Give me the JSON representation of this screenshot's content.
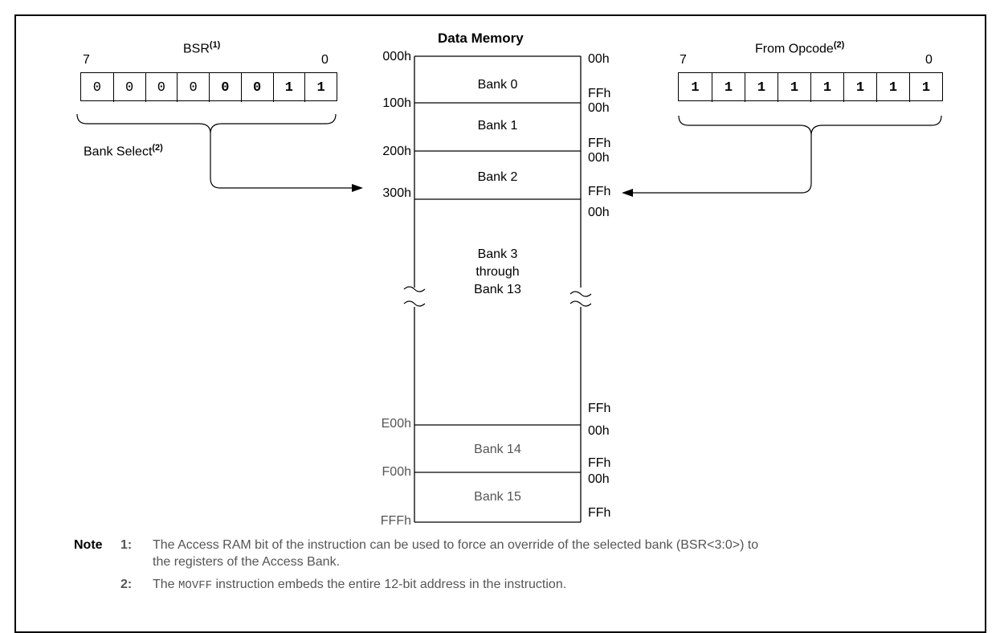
{
  "diagram": {
    "title": "Data Memory",
    "bsr": {
      "label": "BSR",
      "label_sup": "(1)",
      "msb": "7",
      "lsb": "0",
      "bits": [
        "0",
        "0",
        "0",
        "0",
        "0",
        "0",
        "1",
        "1"
      ],
      "bank_select_label": "Bank Select",
      "bank_select_sup": "(2)"
    },
    "opcode": {
      "label": "From Opcode",
      "label_sup": "(2)",
      "msb": "7",
      "lsb": "0",
      "bits": [
        "1",
        "1",
        "1",
        "1",
        "1",
        "1",
        "1",
        "1"
      ]
    },
    "banks": [
      {
        "label": "Bank 0"
      },
      {
        "label": "Bank 1"
      },
      {
        "label": "Bank 2"
      },
      {
        "label": "Bank 3\nthrough\nBank 13"
      },
      {
        "label": "Bank 14"
      },
      {
        "label": "Bank 15"
      }
    ],
    "left_addresses": [
      "000h",
      "100h",
      "200h",
      "300h",
      "E00h",
      "F00h",
      "FFFh"
    ],
    "right_addresses": [
      "00h",
      "FFh",
      "00h",
      "FFh",
      "00h",
      "FFh",
      "00h",
      "FFh",
      "00h",
      "FFh",
      "00h",
      "FFh"
    ]
  },
  "notes": {
    "heading": "Note",
    "items": [
      {
        "num": "1:",
        "text_line1": "The Access RAM bit of the instruction can be used to force an override of the selected bank (BSR<3:0>) to",
        "text_line2": "the registers of the Access Bank."
      },
      {
        "num": "2:",
        "text_before": "The ",
        "code": "MOVFF",
        "text_after": " instruction embeds the entire 12-bit address in the instruction."
      }
    ]
  }
}
